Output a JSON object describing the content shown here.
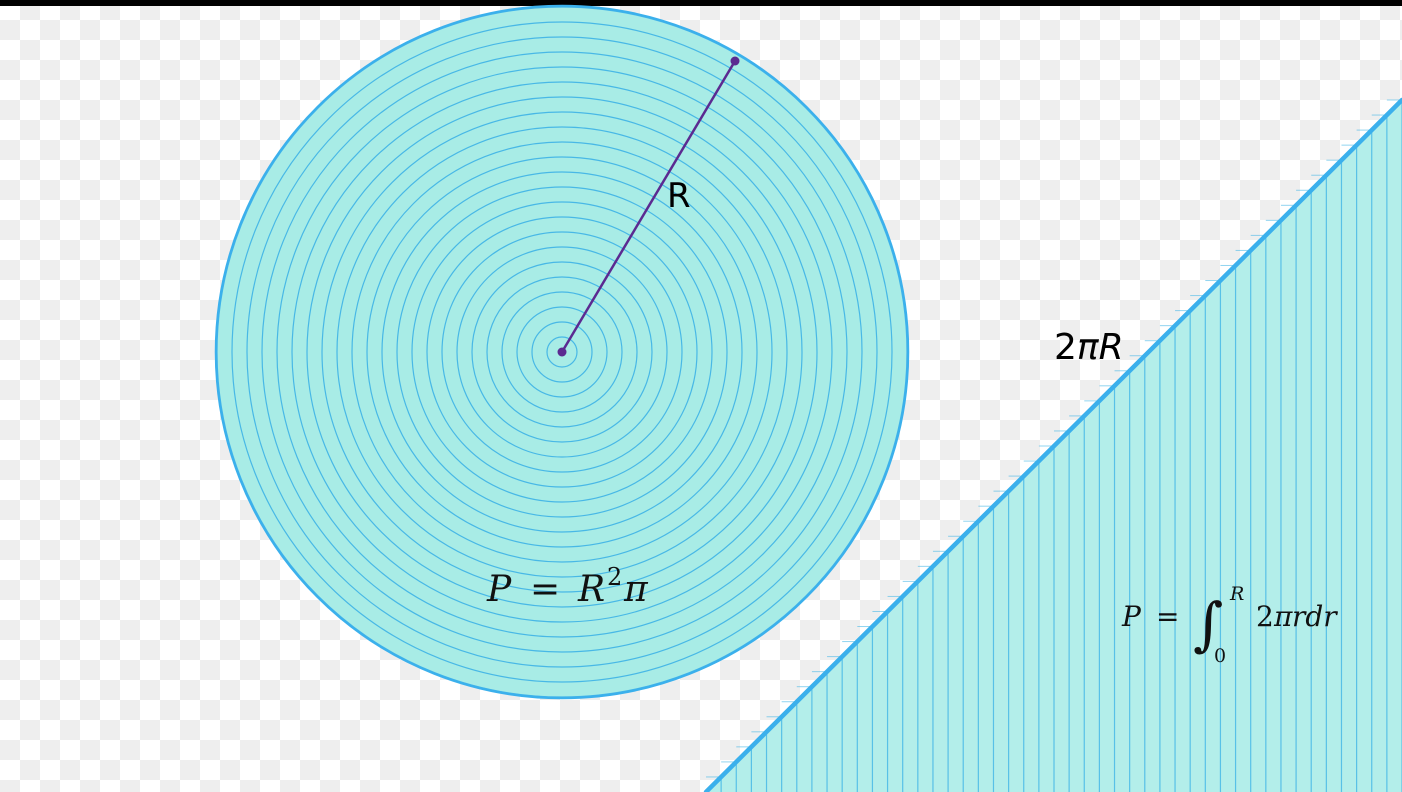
{
  "colors": {
    "fill": "#a8ece6",
    "triangle_fill": "#b3eeea",
    "line": "#3bb0ec",
    "ring": "#48b8e6",
    "radius": "#5b2a91",
    "top_bar": "#000000"
  },
  "circle": {
    "ring_count": 23,
    "radius_label": "R",
    "formula": {
      "lhs": "P",
      "eq": "=",
      "base": "R",
      "exp": "2",
      "tail": "π"
    }
  },
  "triangle": {
    "strip_count": 46,
    "hypotenuse_label_num": "2",
    "hypotenuse_label_sym": "π",
    "hypotenuse_label_var": "R",
    "formula": {
      "lhs": "P",
      "eq": "=",
      "integral": "∫",
      "upper": "R",
      "lower": "0",
      "integrand_num": "2",
      "integrand_sym": "π",
      "integrand_rest": "rdr"
    }
  }
}
